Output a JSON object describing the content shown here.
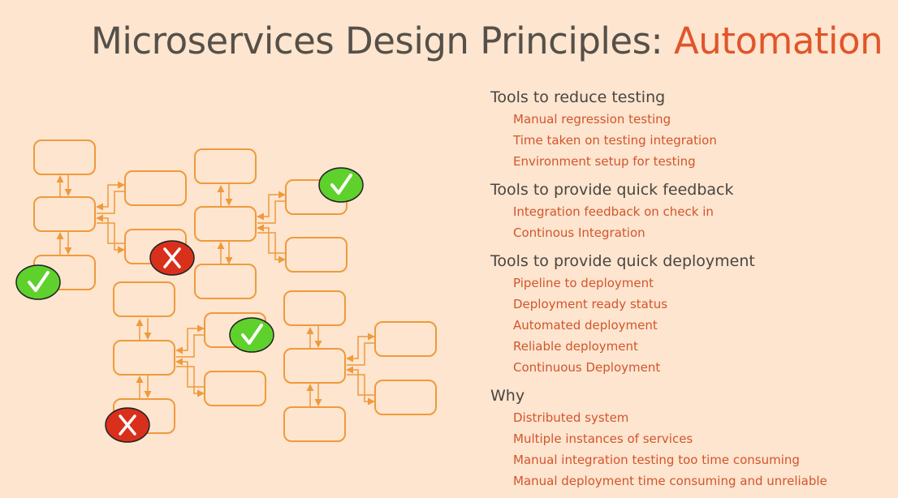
{
  "title": {
    "main": "Microservices Design Principles: ",
    "accent": "Automation"
  },
  "colors": {
    "background": "#fde5cf",
    "accent": "#e0552a",
    "box_stroke": "#ef9a3c",
    "check_fill": "#5fd12c",
    "cross_fill": "#d9301c"
  },
  "sections": [
    {
      "heading": "Tools to reduce testing",
      "items": [
        "Manual regression testing",
        "Time taken on testing integration",
        "Environment setup for testing"
      ]
    },
    {
      "heading": "Tools to provide quick feedback",
      "items": [
        "Integration feedback on check in",
        "Continous Integration"
      ]
    },
    {
      "heading": "Tools to provide quick deployment",
      "items": [
        "Pipeline to deployment",
        "Deployment ready status",
        "Automated deployment",
        "Reliable deployment",
        "Continuous Deployment"
      ]
    },
    {
      "heading": "Why",
      "items": [
        "Distributed system",
        "Multiple instances of services",
        "Manual integration testing too time consuming",
        "Manual deployment time consuming and unreliable"
      ]
    }
  ],
  "diagram": {
    "badges": [
      "check",
      "cross",
      "check",
      "check",
      "cross"
    ]
  }
}
